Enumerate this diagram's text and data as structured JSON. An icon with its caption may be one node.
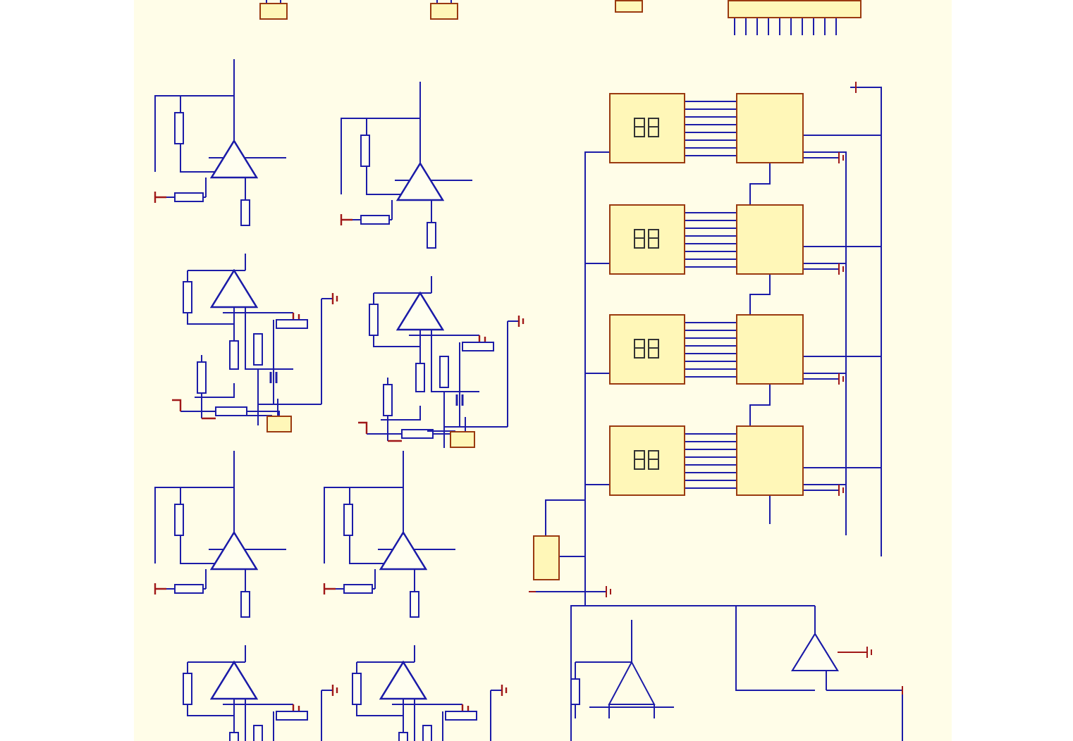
{
  "diagram": {
    "nodes": [
      {
        "text": [],
        "shape": "box"
      },
      {
        "text": [],
        "shape": "box"
      },
      {
        "text": [],
        "shape": "box"
      },
      {
        "text": [],
        "shape": "box"
      },
      {
        "text": [],
        "shape": "box"
      },
      {
        "text": [],
        "shape": "box"
      },
      {
        "text": [],
        "shape": "box"
      },
      {
        "text": [],
        "shape": "box"
      },
      {
        "text": [],
        "shape": "box"
      },
      {
        "text": [],
        "shape": "box"
      },
      {
        "text": [],
        "shape": "box"
      },
      {
        "text": [],
        "shape": "box"
      },
      {
        "text": [],
        "shape": "box"
      },
      {
        "text": [],
        "shape": "box"
      },
      {
        "text": [],
        "shape": "box"
      }
    ],
    "edges": [
      {
        "from": 4,
        "to": 8,
        "arrow": "none"
      },
      {
        "from": 5,
        "to": 9,
        "arrow": "none"
      },
      {
        "from": 6,
        "to": 10,
        "arrow": "none"
      },
      {
        "from": 7,
        "to": 11,
        "arrow": "none"
      },
      {
        "from": 8,
        "to": 9,
        "arrow": "none"
      },
      {
        "from": 9,
        "to": 10,
        "arrow": "none"
      },
      {
        "from": 10,
        "to": 11,
        "arrow": "none"
      },
      {
        "from": 14,
        "to": 4,
        "arrow": "none"
      },
      {
        "from": 14,
        "to": 5,
        "arrow": "none"
      },
      {
        "from": 14,
        "to": 6,
        "arrow": "none"
      },
      {
        "from": 14,
        "to": 7,
        "arrow": "none"
      }
    ]
  }
}
